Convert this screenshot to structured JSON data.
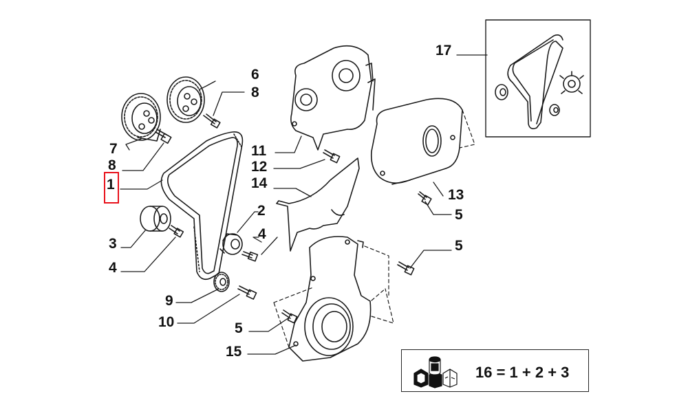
{
  "highlighted_item": "1",
  "callouts": {
    "c1": "1",
    "c2": "2",
    "c3": "3",
    "c4a": "4",
    "c4b": "4",
    "c5a": "5",
    "c5b": "5",
    "c5c": "5",
    "c6": "6",
    "c7": "7",
    "c8a": "8",
    "c8b": "8",
    "c9": "9",
    "c10": "10",
    "c11": "11",
    "c12": "12",
    "c13": "13",
    "c14": "14",
    "c15": "15",
    "c17": "17"
  },
  "kit_box": {
    "formula": "16 = 1 + 2 + 3"
  },
  "colors": {
    "highlight": "#e8101a",
    "line": "#1a1a1a"
  },
  "icons": [
    "kit-parts-icon"
  ]
}
